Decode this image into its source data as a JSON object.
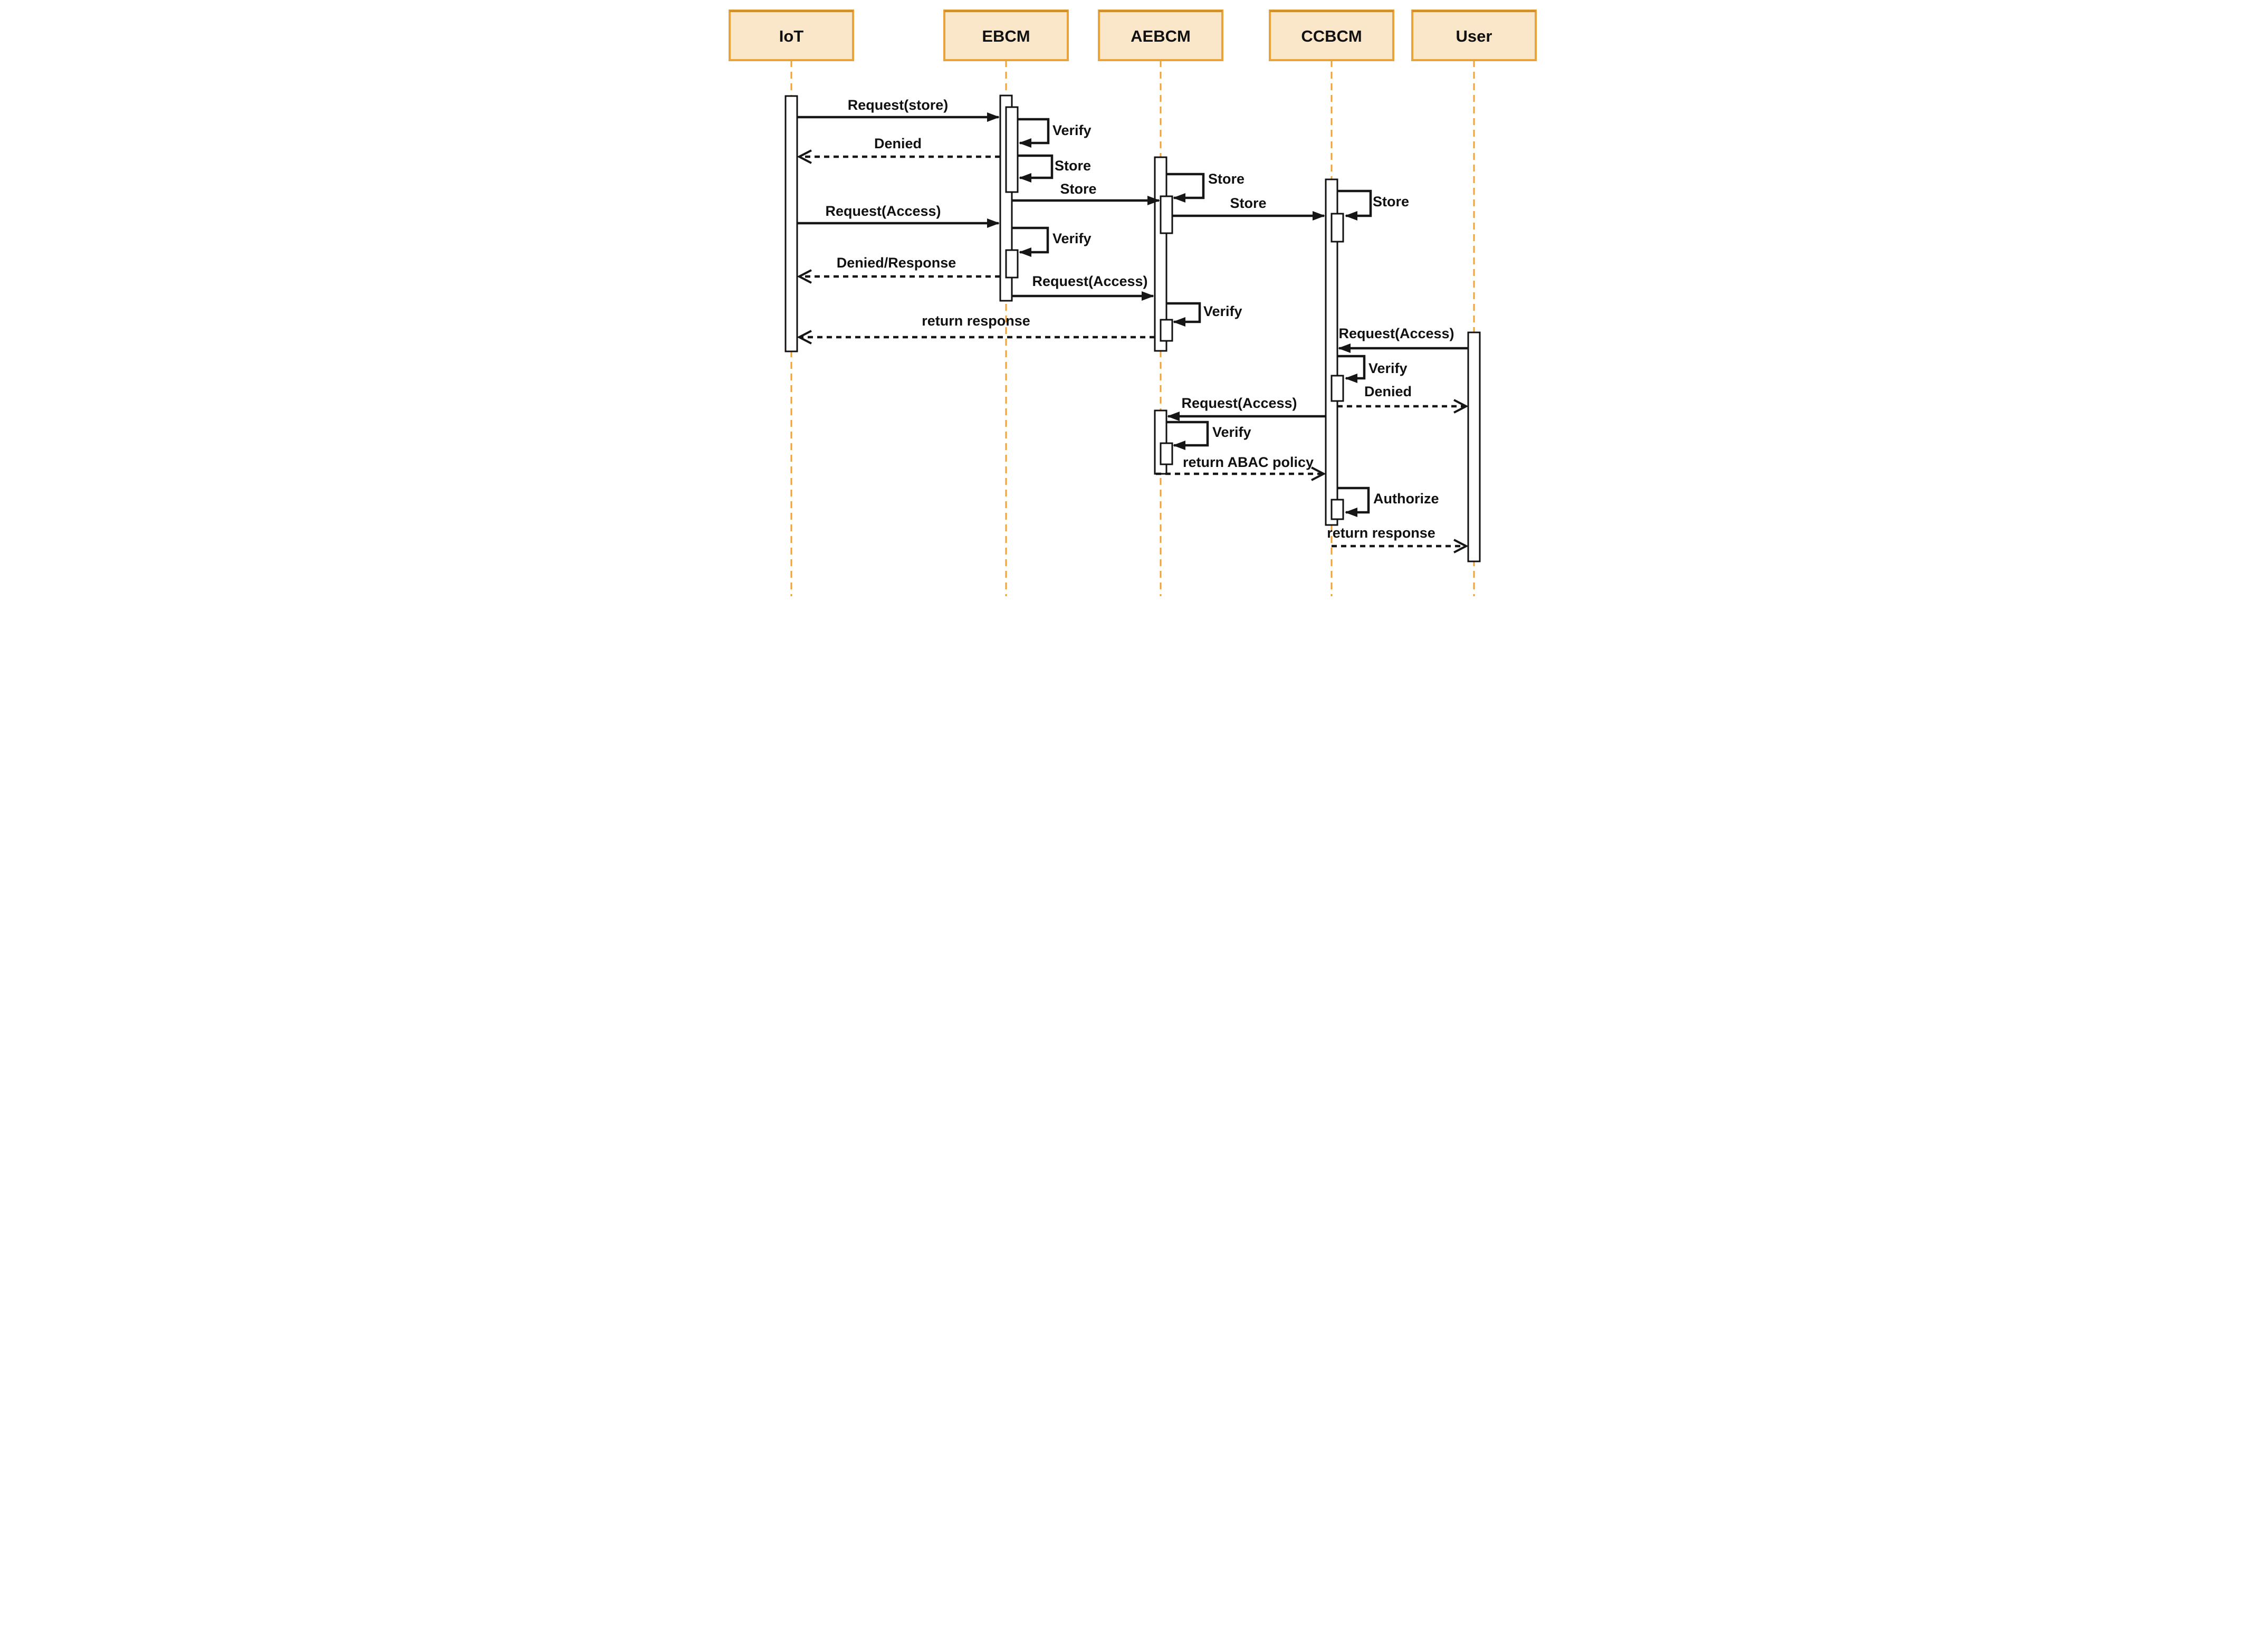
{
  "diagram_type": "uml-sequence-diagram",
  "participants": [
    {
      "id": "iot",
      "label": "IoT"
    },
    {
      "id": "ebcm",
      "label": "EBCM"
    },
    {
      "id": "aebcm",
      "label": "AEBCM"
    },
    {
      "id": "ccbcm",
      "label": "CCBCM"
    },
    {
      "id": "user",
      "label": "User"
    }
  ],
  "messages": [
    {
      "label": "Request(store)",
      "from": "IoT",
      "to": "EBCM",
      "type": "solid"
    },
    {
      "label": "Verify",
      "from": "EBCM",
      "to": "EBCM",
      "type": "self"
    },
    {
      "label": "Denied",
      "from": "EBCM",
      "to": "IoT",
      "type": "dashed-return"
    },
    {
      "label": "Store",
      "from": "EBCM",
      "to": "EBCM",
      "type": "self"
    },
    {
      "label": "Store",
      "from": "EBCM",
      "to": "AEBCM",
      "type": "solid"
    },
    {
      "label": "Store",
      "from": "AEBCM",
      "to": "AEBCM",
      "type": "self"
    },
    {
      "label": "Store",
      "from": "AEBCM",
      "to": "CCBCM",
      "type": "solid"
    },
    {
      "label": "Store",
      "from": "CCBCM",
      "to": "CCBCM",
      "type": "self"
    },
    {
      "label": "Request(Access)",
      "from": "IoT",
      "to": "EBCM",
      "type": "solid"
    },
    {
      "label": "Verify",
      "from": "EBCM",
      "to": "EBCM",
      "type": "self"
    },
    {
      "label": "Denied/Response",
      "from": "EBCM",
      "to": "IoT",
      "type": "dashed-return"
    },
    {
      "label": "Request(Access)",
      "from": "EBCM",
      "to": "AEBCM",
      "type": "solid"
    },
    {
      "label": "Verify",
      "from": "AEBCM",
      "to": "AEBCM",
      "type": "self"
    },
    {
      "label": "return response",
      "from": "AEBCM",
      "to": "IoT",
      "type": "dashed-return"
    },
    {
      "label": "Request(Access)",
      "from": "User",
      "to": "CCBCM",
      "type": "solid"
    },
    {
      "label": "Verify",
      "from": "CCBCM",
      "to": "CCBCM",
      "type": "self"
    },
    {
      "label": "Denied",
      "from": "CCBCM",
      "to": "User",
      "type": "dashed-return"
    },
    {
      "label": "Request(Access)",
      "from": "CCBCM",
      "to": "AEBCM",
      "type": "solid"
    },
    {
      "label": "Verify",
      "from": "AEBCM",
      "to": "AEBCM",
      "type": "self"
    },
    {
      "label": "return ABAC policy",
      "from": "AEBCM",
      "to": "CCBCM",
      "type": "dashed-return"
    },
    {
      "label": "Authorize",
      "from": "CCBCM",
      "to": "CCBCM",
      "type": "self"
    },
    {
      "label": "return response",
      "from": "CCBCM",
      "to": "User",
      "type": "dashed-return"
    }
  ],
  "colors": {
    "participant_fill": "#FAE6C9",
    "participant_border": "#E8A33C",
    "lifeline": "#F0A136",
    "line": "#161616",
    "activation_fill": "#FFFFFF",
    "activation_border": "#111111",
    "text": "#111111",
    "background": "#FFFFFF"
  }
}
